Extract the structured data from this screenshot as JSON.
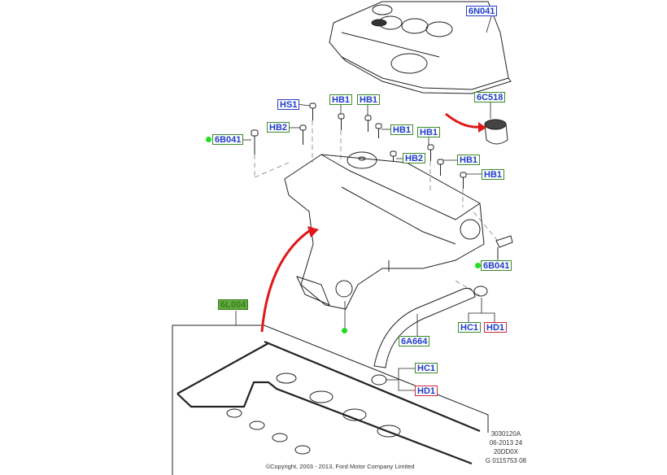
{
  "diagram": {
    "labels": {
      "n6n041": "6N041",
      "n6c518": "6C518",
      "hs1": "HS1",
      "hb1_a": "HB1",
      "hb1_b": "HB1",
      "hb2_a": "HB2",
      "hb1_c": "HB1",
      "hb1_d": "HB1",
      "hb2_b": "HB2",
      "hb1_e": "HB1",
      "hb1_f": "HB1",
      "n6b041_a": "6B041",
      "n6b041_b": "6B041",
      "hc1_a": "HC1",
      "hd1_a": "HD1",
      "n6a664": "6A664",
      "hc1_b": "HC1",
      "hd1_b": "HD1",
      "n6l004": "6L004"
    },
    "reference": {
      "line1": "3030120A",
      "line2": "06-2013 24",
      "line3": "20DD0X",
      "line4": "G 0115753 08"
    },
    "copyright": "©Copyright, 2003 - 2013, Ford Motor Company Limited",
    "colors": {
      "label_text": "#1e3cc8",
      "border_green": "#3a8a2a",
      "border_blue": "#2a3cc8",
      "border_red": "#d0253a",
      "arrow_red": "#e01818",
      "marker_green": "#22dd22"
    }
  }
}
